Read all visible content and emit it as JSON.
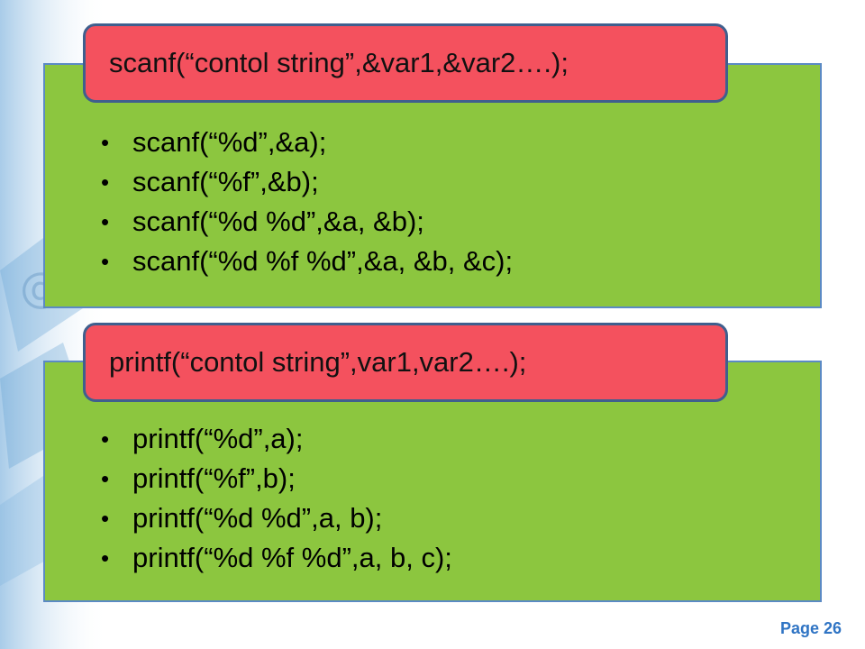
{
  "scanf_section": {
    "header": "scanf(“contol string”,&var1,&var2….);",
    "items": [
      "scanf(“%d”,&a);",
      "scanf(“%f”,&b);",
      "scanf(“%d %d”,&a, &b);",
      "scanf(“%d %f %d”,&a, &b, &c);"
    ]
  },
  "printf_section": {
    "header": "printf(“contol string”,var1,var2….);",
    "items": [
      "printf(“%d”,a);",
      "printf(“%f”,b);",
      "printf(“%d %d”,a, b);",
      "printf(“%d %f %d”,a, b, c);"
    ]
  },
  "footer": {
    "page_label": "Page 26"
  },
  "colors": {
    "panel_green": "#8cc63f",
    "header_red": "#f4515e",
    "page_number_blue": "#2f74c4"
  }
}
